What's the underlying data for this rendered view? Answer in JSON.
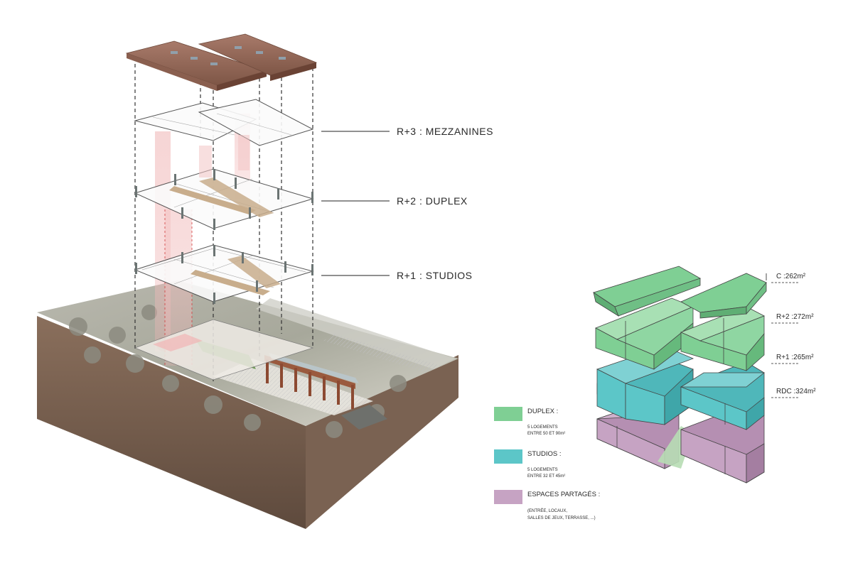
{
  "exploded_axonometric": {
    "levels": [
      {
        "id": "r3",
        "label": "R+3 : MEZZANINES"
      },
      {
        "id": "r2",
        "label": "R+2 : DUPLEX"
      },
      {
        "id": "r1",
        "label": "R+1 : STUDIOS"
      }
    ]
  },
  "massing": {
    "areas": [
      {
        "id": "c",
        "label": "C :262m²"
      },
      {
        "id": "r2",
        "label": "R+2 :272m²"
      },
      {
        "id": "r1",
        "label": "R+1 :265m²"
      },
      {
        "id": "rdc",
        "label": "RDC :324m²"
      }
    ],
    "colors": {
      "duplex": "#7fcf94",
      "studios": "#5cc6c8",
      "shared": "#c6a3c3"
    }
  },
  "legend": [
    {
      "id": "duplex",
      "title": "DUPLEX :",
      "lines": [
        "5 LOGEMENTS",
        "ENTRE 50  ET  90m²"
      ],
      "color": "#7fcf94"
    },
    {
      "id": "studios",
      "title": "STUDIOS :",
      "lines": [
        "5 LOGEMENTS",
        "ENTRE 32  ET  45m²"
      ],
      "color": "#5cc6c8"
    },
    {
      "id": "shared",
      "title": "ESPACES PARTAGÉS :",
      "lines": [
        "(ENTRÉE, LOCAUX,",
        "SALLES DE JEUX, TERRASSE, ...)"
      ],
      "color": "#c6a3c3"
    }
  ]
}
